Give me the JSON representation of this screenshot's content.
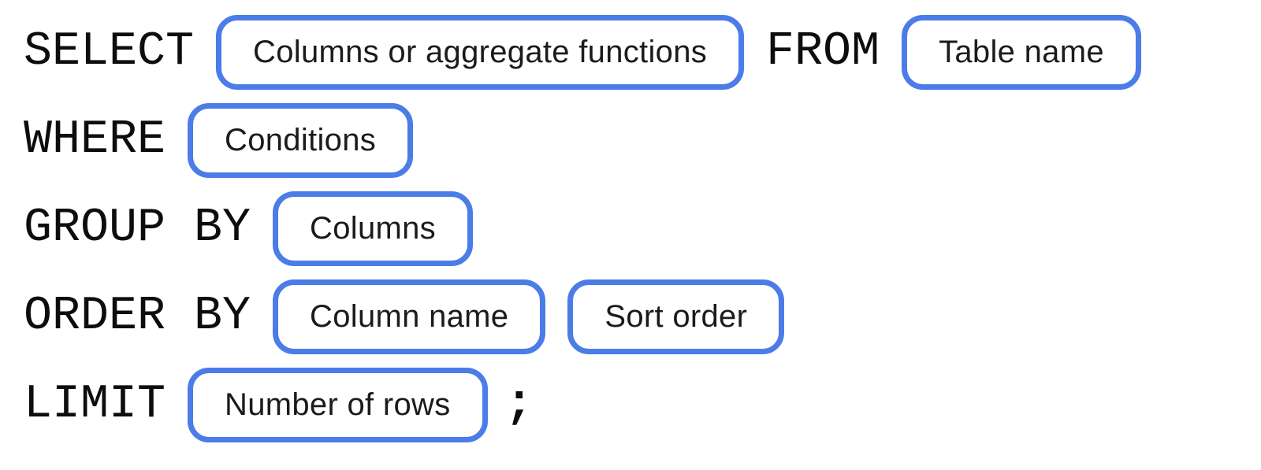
{
  "diagram": {
    "name": "sql-query-syntax-diagram",
    "accent_color": "#4b7ce8",
    "keyword_color": "#0d0d0d",
    "pill_text_color": "#1b1b1b",
    "background_color": "#ffffff",
    "rows": [
      {
        "tokens": [
          {
            "type": "keyword",
            "text": "SELECT"
          },
          {
            "type": "pill",
            "text": "Columns or aggregate functions"
          },
          {
            "type": "keyword",
            "text": "FROM"
          },
          {
            "type": "pill",
            "text": "Table name"
          }
        ]
      },
      {
        "tokens": [
          {
            "type": "keyword",
            "text": "WHERE"
          },
          {
            "type": "pill",
            "text": "Conditions"
          }
        ]
      },
      {
        "tokens": [
          {
            "type": "keyword",
            "text": "GROUP BY"
          },
          {
            "type": "pill",
            "text": "Columns"
          }
        ]
      },
      {
        "tokens": [
          {
            "type": "keyword",
            "text": "ORDER BY"
          },
          {
            "type": "pill",
            "text": "Column name"
          },
          {
            "type": "pill",
            "text": "Sort order"
          }
        ]
      },
      {
        "tokens": [
          {
            "type": "keyword",
            "text": "LIMIT"
          },
          {
            "type": "pill",
            "text": "Number of rows"
          },
          {
            "type": "punctuation",
            "text": ";"
          }
        ]
      }
    ]
  }
}
